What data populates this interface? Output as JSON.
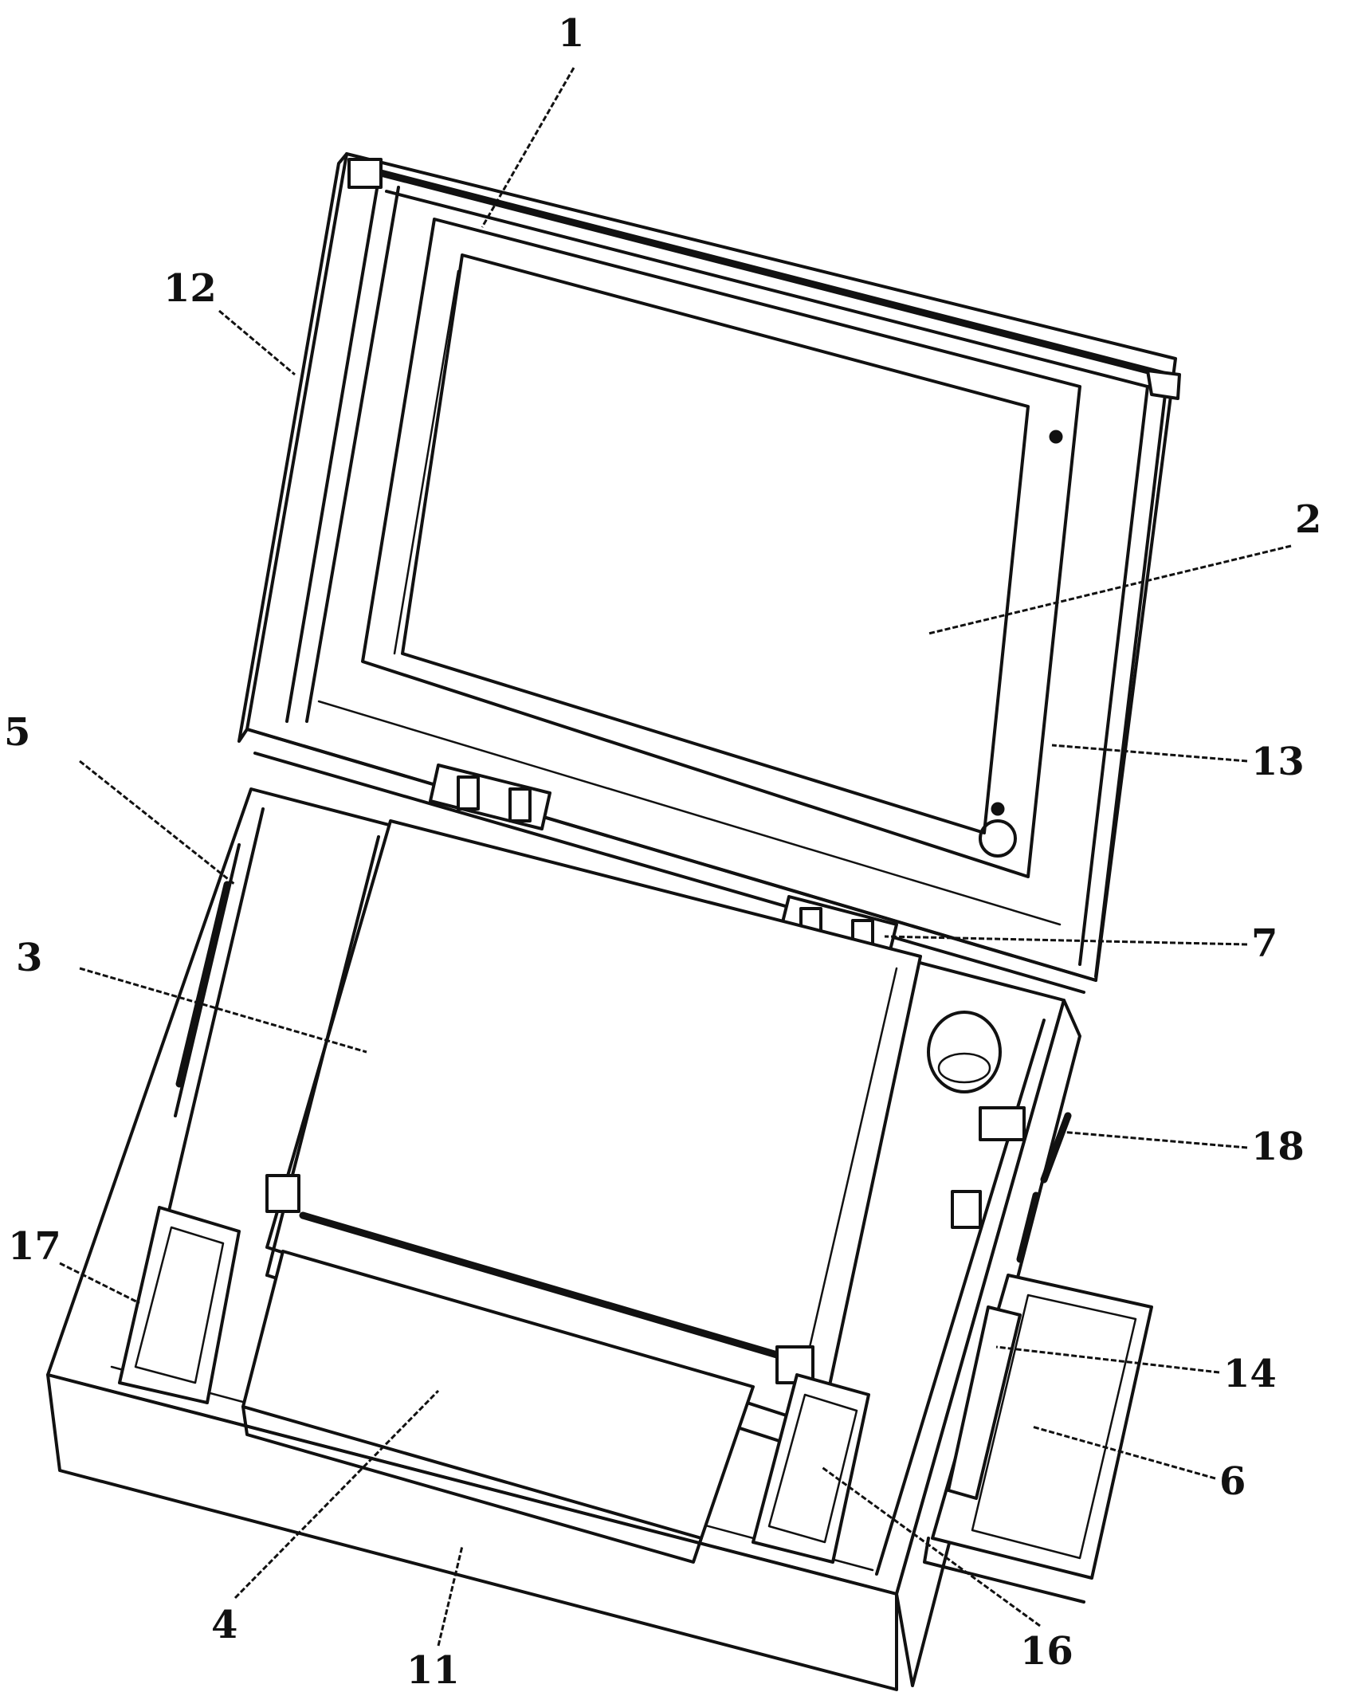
{
  "labels": {
    "l1": "1",
    "l2": "2",
    "l3": "3",
    "l4": "4",
    "l5": "5",
    "l6": "6",
    "l7": "7",
    "l11": "11",
    "l12": "12",
    "l13": "13",
    "l14": "14",
    "l16": "16",
    "l17": "17",
    "l18": "18"
  }
}
